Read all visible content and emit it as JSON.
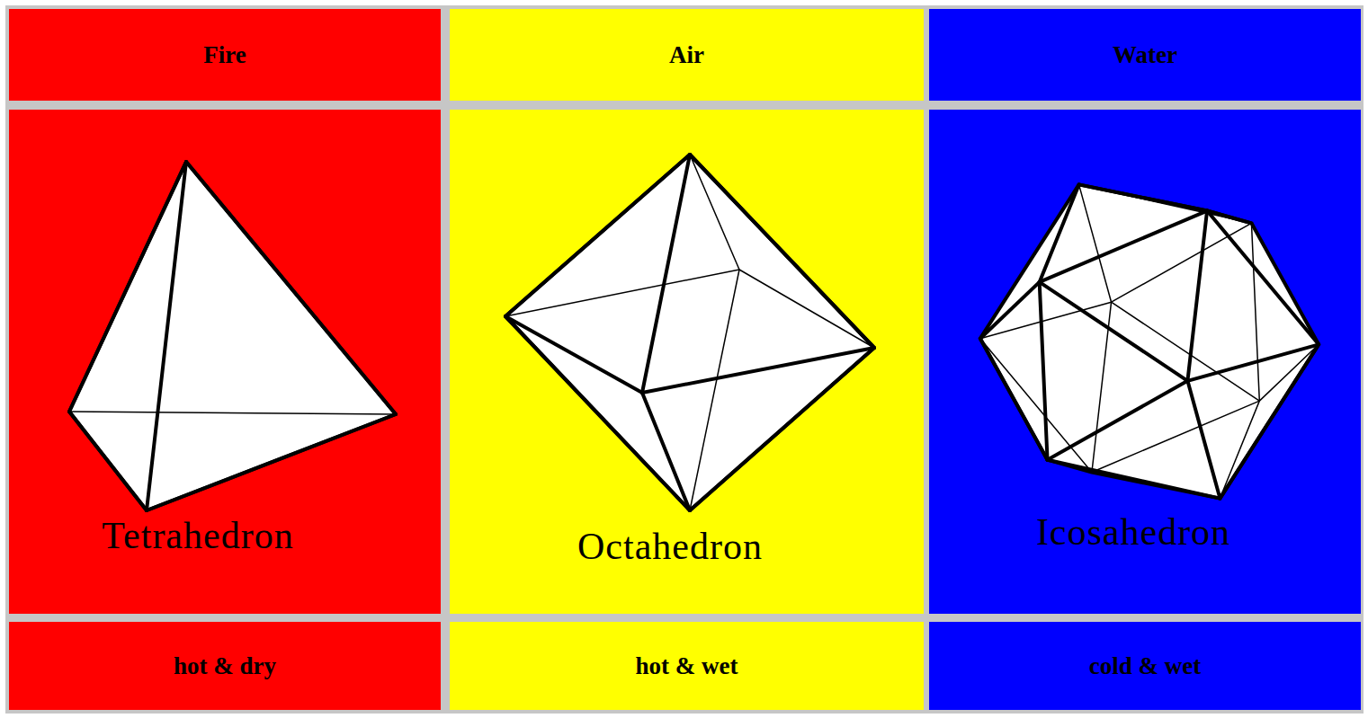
{
  "diagram": {
    "nodes": [
      {
        "text": [
          "Fire"
        ]
      },
      {
        "text": [
          "Air"
        ]
      },
      {
        "text": [
          "Water"
        ]
      },
      {
        "text": [
          "Tetrahedron"
        ]
      },
      {
        "text": [
          "Octahedron"
        ]
      },
      {
        "text": [
          "Icosahedron"
        ]
      },
      {
        "text": [
          "hot & dry"
        ]
      },
      {
        "text": [
          "hot & wet"
        ]
      },
      {
        "text": [
          "cold & wet"
        ]
      }
    ]
  }
}
